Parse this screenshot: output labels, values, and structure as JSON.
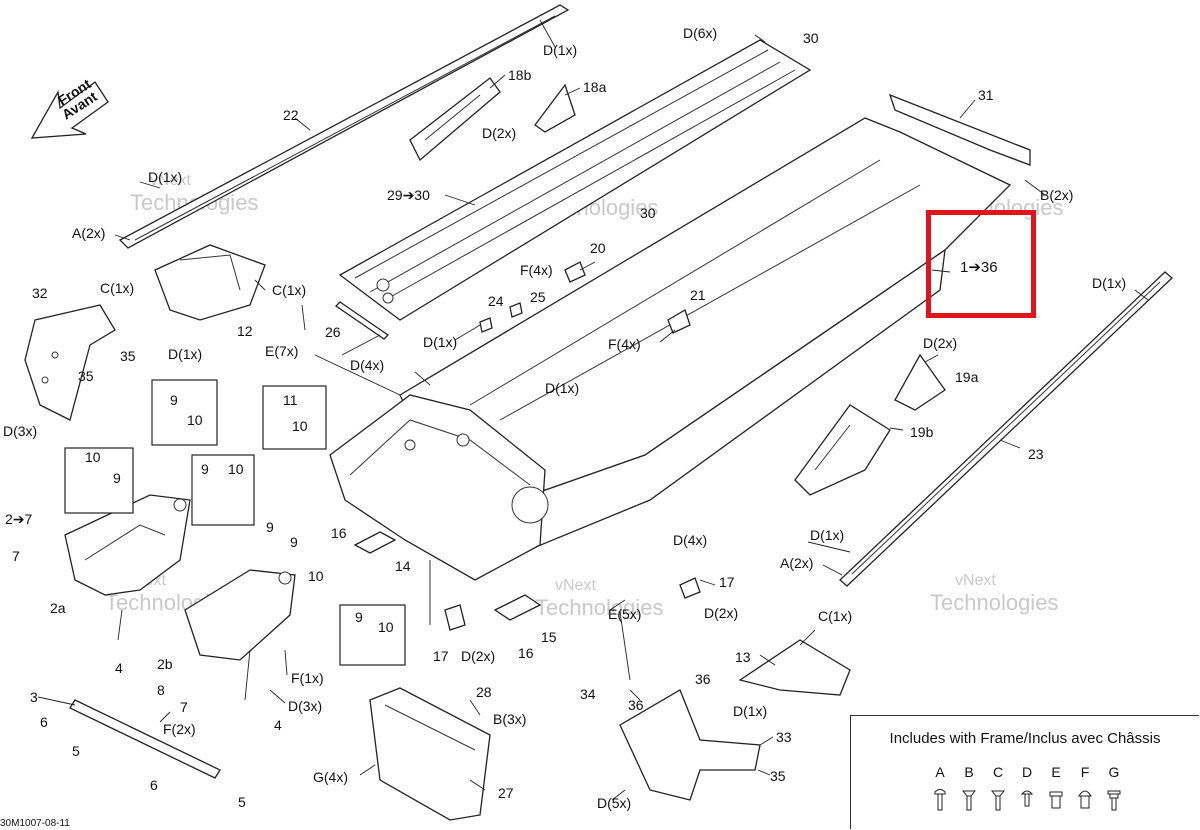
{
  "diagram": {
    "direction_label": [
      "Front",
      "Avant"
    ],
    "watermark": [
      "vNext",
      "Technologies"
    ],
    "callouts": {
      "c1": "D(1x)",
      "c2": "D(6x)",
      "c3": "30",
      "c4": "18b",
      "c5": "18a",
      "c6": "22",
      "c7": "D(2x)",
      "c8": "31",
      "c9": "D(1x)",
      "c10": "29➔30",
      "c11": "30",
      "c12": "B(2x)",
      "c13": "A(2x)",
      "c14": "C(1x)",
      "c15": "C(1x)",
      "c16": "20",
      "c17": "F(4x)",
      "c18": "1➔36",
      "c19": "32",
      "c20": "24",
      "c21": "25",
      "c22": "21",
      "c23": "D(1x)",
      "c24": "12",
      "c25": "26",
      "c26": "D(1x)",
      "c27": "F(4x)",
      "c28": "35",
      "c29": "D(1x)",
      "c30": "35",
      "c31": "E(7x)",
      "c32": "D(4x)",
      "c33": "D(2x)",
      "c34": "19a",
      "c35": "D(3x)",
      "c36": "D(1x)",
      "c37": "9",
      "c38": "10",
      "c39": "11",
      "c40": "10",
      "c41": "19b",
      "c42": "23",
      "c43": "10",
      "c44": "9",
      "c45": "9",
      "c46": "10",
      "c47": "2➔7",
      "c48": "D(4x)",
      "c49": "9",
      "c50": "9",
      "c51": "16",
      "c52": "14",
      "c53": "D(1x)",
      "c54": "7",
      "c55": "10",
      "c56": "A(2x)",
      "c57": "2a",
      "c58": "17",
      "c59": "E(5x)",
      "c60": "D(2x)",
      "c61": "9",
      "c62": "10",
      "c63": "15",
      "c64": "C(1x)",
      "c65": "4",
      "c66": "17",
      "c67": "D(2x)",
      "c68": "16",
      "c69": "2b",
      "c70": "F(1x)",
      "c71": "13",
      "c72": "8",
      "c73": "7",
      "c74": "D(3x)",
      "c75": "28",
      "c76": "34",
      "c77": "36",
      "c78": "3",
      "c79": "F(2x)",
      "c80": "4",
      "c81": "B(3x)",
      "c82": "36",
      "c83": "D(1x)",
      "c84": "6",
      "c85": "5",
      "c86": "33",
      "c87": "G(4x)",
      "c88": "27",
      "c89": "35",
      "c90": "6",
      "c91": "5",
      "c92": "D(5x)"
    }
  },
  "highlight": {
    "label": "1➔36",
    "color": "#e0141b"
  },
  "legend": {
    "title": "Includes with Frame/Inclus avec Châssis",
    "items": [
      {
        "letter": "A",
        "icon": "button-head-screw-icon"
      },
      {
        "letter": "B",
        "icon": "flat-head-screw-icon"
      },
      {
        "letter": "C",
        "icon": "flat-head-screw-icon"
      },
      {
        "letter": "D",
        "icon": "rivet-icon"
      },
      {
        "letter": "E",
        "icon": "large-rivet-icon"
      },
      {
        "letter": "F",
        "icon": "dome-rivet-icon"
      },
      {
        "letter": "G",
        "icon": "flanged-screw-icon"
      }
    ]
  },
  "doc_ref": "30M1007-08-11"
}
